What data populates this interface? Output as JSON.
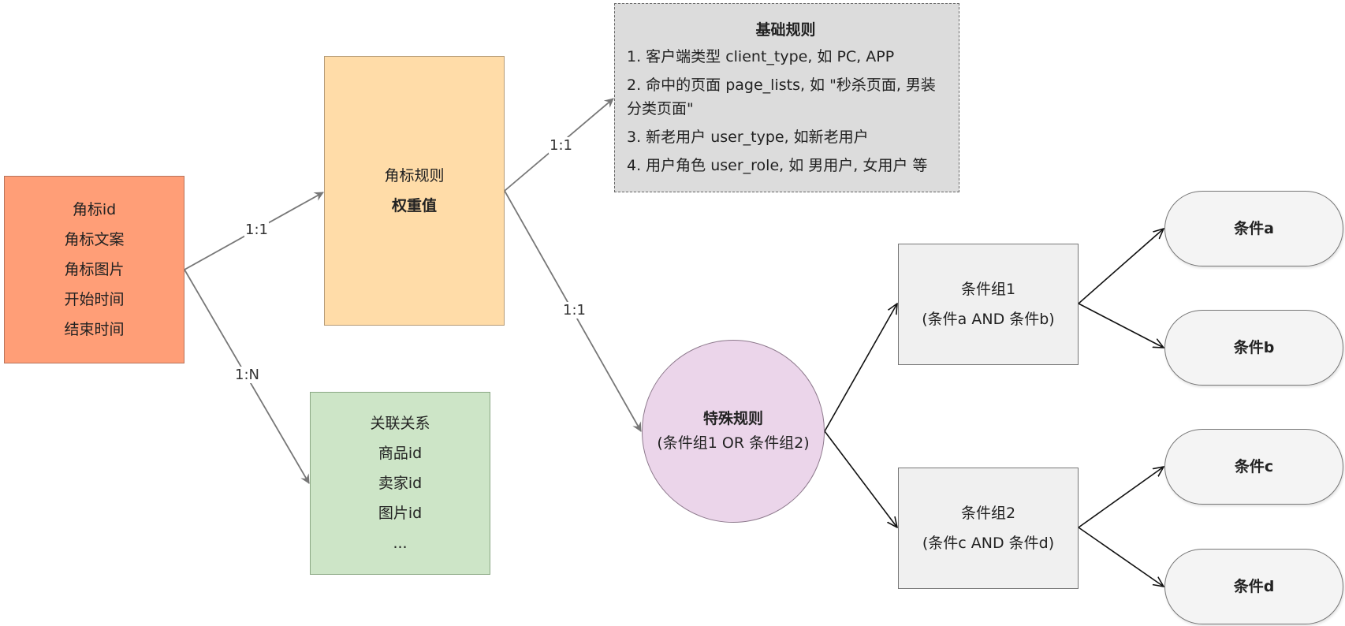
{
  "badge": {
    "lines": [
      "角标id",
      "角标文案",
      "角标图片",
      "开始时间",
      "结束时间"
    ]
  },
  "badge_rule": {
    "title": "角标规则",
    "field": "权重值"
  },
  "relation": {
    "lines": [
      "关联关系",
      "商品id",
      "卖家id",
      "图片id",
      "..."
    ]
  },
  "basic_rules": {
    "title": "基础规则",
    "items": [
      "1. 客户端类型 client_type, 如 PC, APP",
      "2. 命中的页面 page_lists, 如 \"秒杀页面, 男装分类页面\"",
      "3. 新老用户 user_type, 如新老用户",
      "4. 用户角色 user_role, 如 男用户, 女用户 等"
    ]
  },
  "special_rule": {
    "title": "特殊规则",
    "expr": "(条件组1 OR 条件组2)"
  },
  "groups": [
    {
      "title": "条件组1",
      "expr": "(条件a AND 条件b)"
    },
    {
      "title": "条件组2",
      "expr": "(条件c AND 条件d)"
    }
  ],
  "conditions": [
    "条件a",
    "条件b",
    "条件c",
    "条件d"
  ],
  "edge_labels": {
    "badge_to_rule": "1:1",
    "badge_to_relation": "1:N",
    "rule_to_basic": "1:1",
    "rule_to_special": "1:1"
  }
}
